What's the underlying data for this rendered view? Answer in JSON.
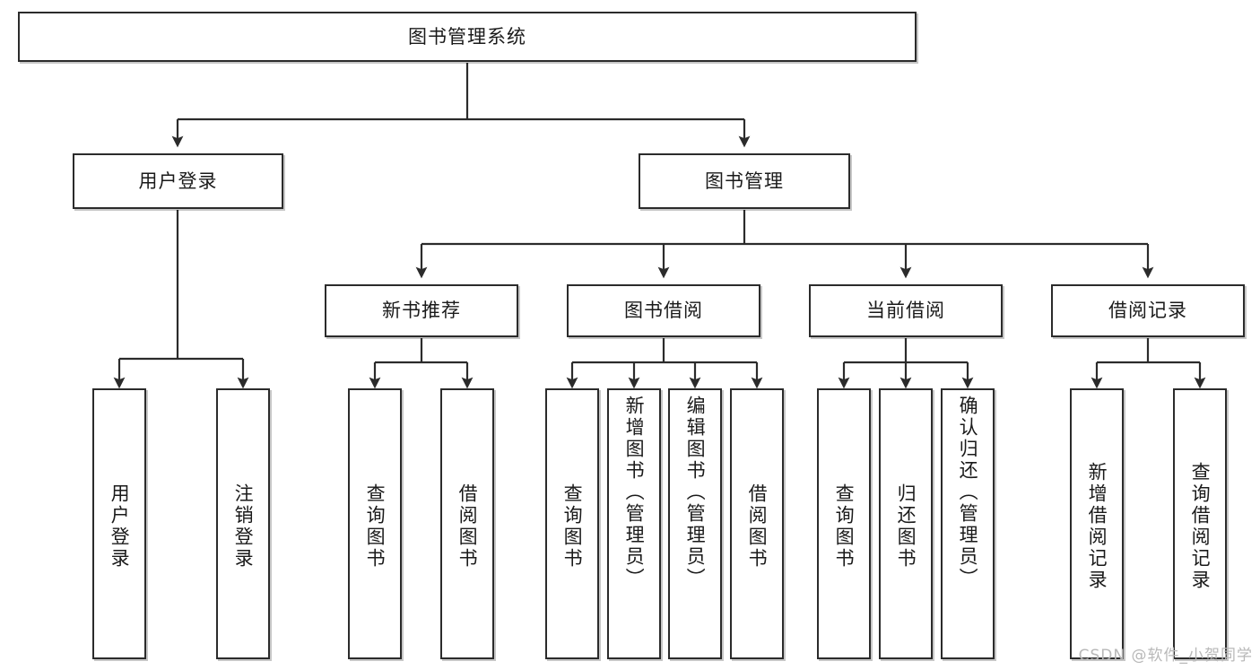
{
  "diagram": {
    "type": "tree-hierarchy",
    "title": "图书管理系统",
    "watermark": "CSDN @软件_小贺同学",
    "colors": {
      "box_border": "#2b2b2b",
      "box_fill": "#ffffff",
      "edge": "#2b2b2b",
      "text": "#1a1a1a",
      "watermark": "#b8b8b8"
    },
    "nodes": {
      "root": {
        "label": "图书管理系统"
      },
      "level2": [
        {
          "label": "用户登录"
        },
        {
          "label": "图书管理"
        }
      ],
      "level3": [
        {
          "label": "新书推荐"
        },
        {
          "label": "图书借阅"
        },
        {
          "label": "当前借阅"
        },
        {
          "label": "借阅记录"
        }
      ],
      "leaves_user_login": [
        {
          "label": "用户登录"
        },
        {
          "label": "注销登录"
        }
      ],
      "leaves_new_book": [
        {
          "label": "查询图书"
        },
        {
          "label": "借阅图书"
        }
      ],
      "leaves_borrow_book": [
        {
          "label": "查询图书"
        },
        {
          "label": "新增图书（管理员）"
        },
        {
          "label": "编辑图书（管理员）"
        },
        {
          "label": "借阅图书"
        }
      ],
      "leaves_current_borrow": [
        {
          "label": "查询图书"
        },
        {
          "label": "归还图书"
        },
        {
          "label": "确认归还（管理员）"
        }
      ],
      "leaves_borrow_record": [
        {
          "label": "新增借阅记录"
        },
        {
          "label": "查询借阅记录"
        }
      ]
    }
  }
}
